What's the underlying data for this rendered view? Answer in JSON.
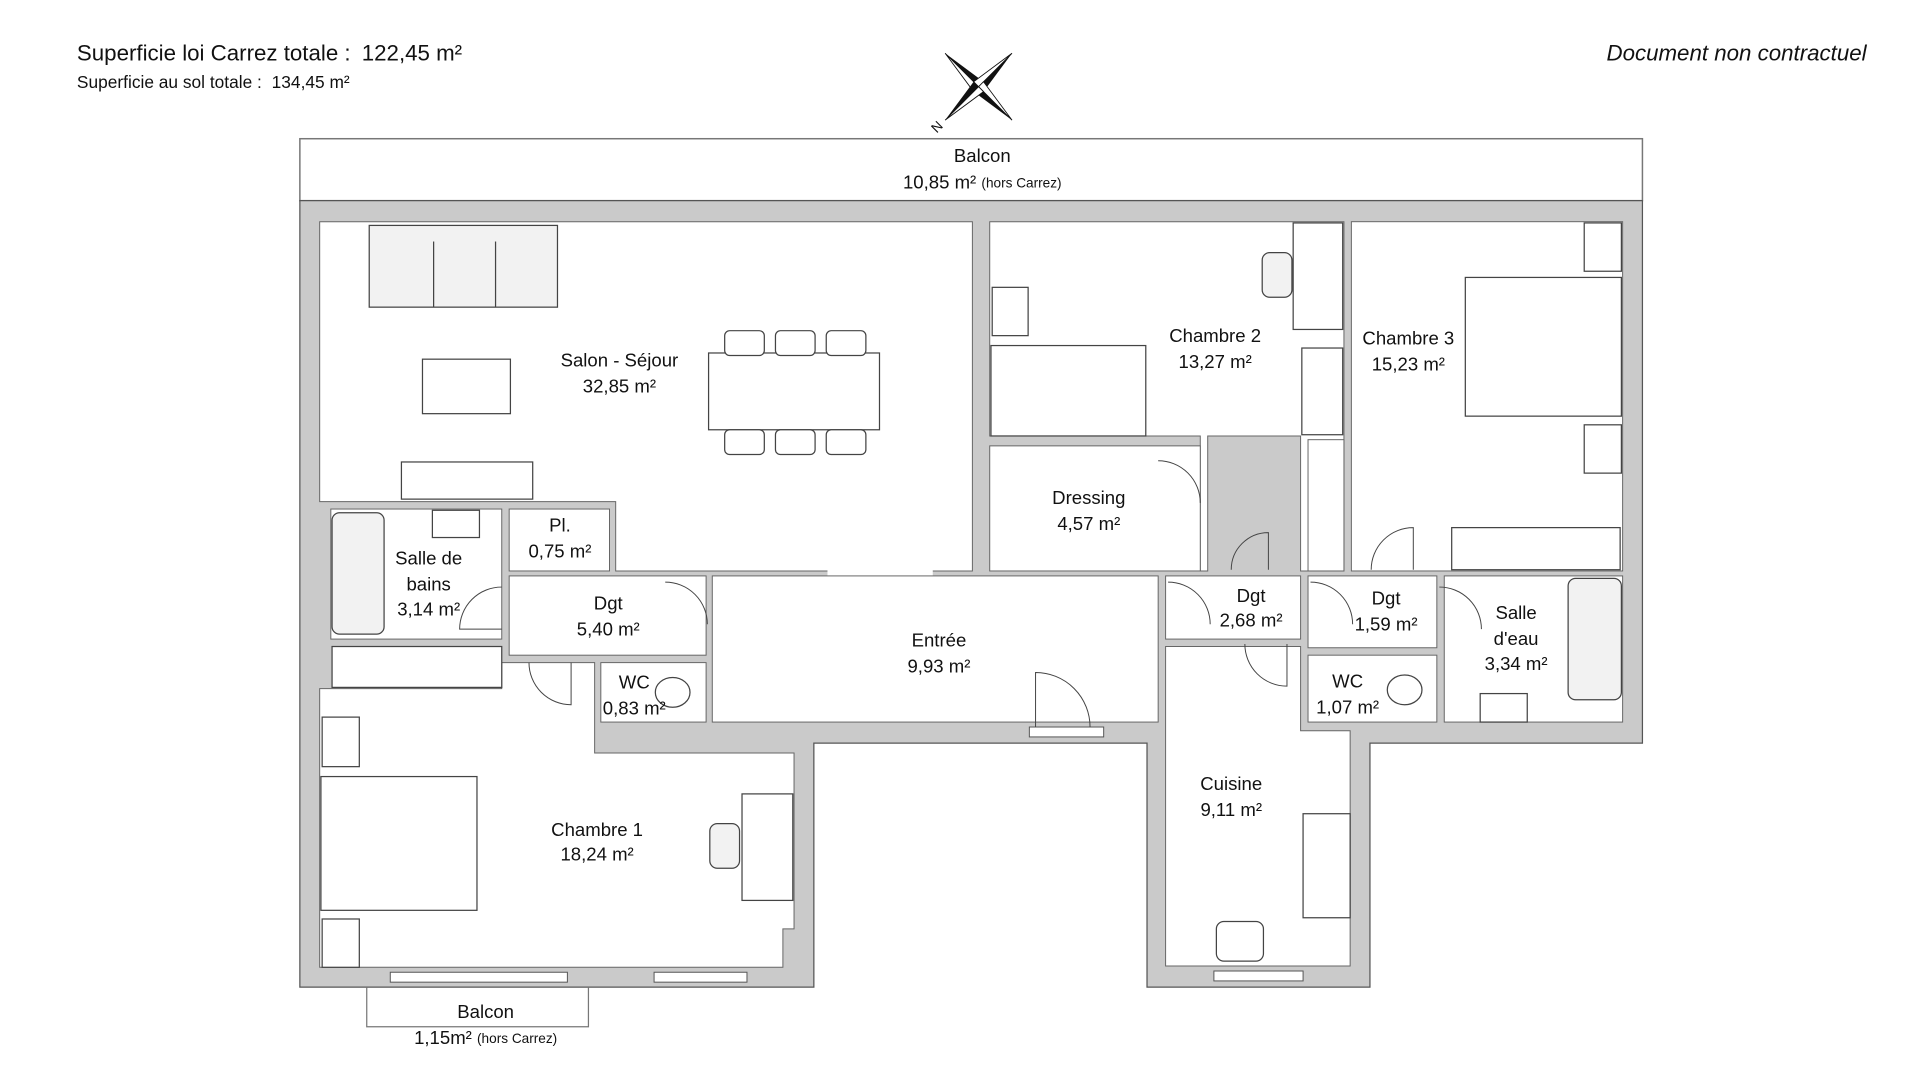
{
  "header": {
    "carrez_label": "Superficie loi Carrez totale :",
    "carrez_value": "122,45 m²",
    "sol_label": "Superficie au sol totale :",
    "sol_value": "134,45 m²",
    "disclaimer": "Document non contractuel"
  },
  "compass": {
    "label": "N"
  },
  "balcony_top": {
    "name": "Balcon",
    "area": "10,85 m²",
    "note": "(hors Carrez)"
  },
  "balcony_bottom": {
    "name": "Balcon",
    "area": "1,15m²",
    "note": "(hors Carrez)"
  },
  "rooms": {
    "salon": {
      "name": "Salon - Séjour",
      "area": "32,85 m²"
    },
    "chambre2": {
      "name": "Chambre 2",
      "area": "13,27 m²"
    },
    "chambre3": {
      "name": "Chambre 3",
      "area": "15,23 m²"
    },
    "dressing": {
      "name": "Dressing",
      "area": "4,57 m²"
    },
    "placard": {
      "name": "Pl.",
      "area": "0,75 m²"
    },
    "sdb": {
      "name1": "Salle de",
      "name2": "bains",
      "area": "3,14 m²"
    },
    "dgt1": {
      "name": "Dgt",
      "area": "5,40 m²"
    },
    "entree": {
      "name": "Entrée",
      "area": "9,93 m²"
    },
    "dgt2": {
      "name": "Dgt",
      "area": "2,68 m²"
    },
    "dgt3": {
      "name": "Dgt",
      "area": "1,59 m²"
    },
    "sde": {
      "name1": "Salle",
      "name2": "d'eau",
      "area": "3,34 m²"
    },
    "wc1": {
      "name": "WC",
      "area": "0,83 m²"
    },
    "wc2": {
      "name": "WC",
      "area": "1,07 m²"
    },
    "cuisine": {
      "name": "Cuisine",
      "area": "9,11 m²"
    },
    "chambre1": {
      "name": "Chambre 1",
      "area": "18,24 m²"
    }
  }
}
